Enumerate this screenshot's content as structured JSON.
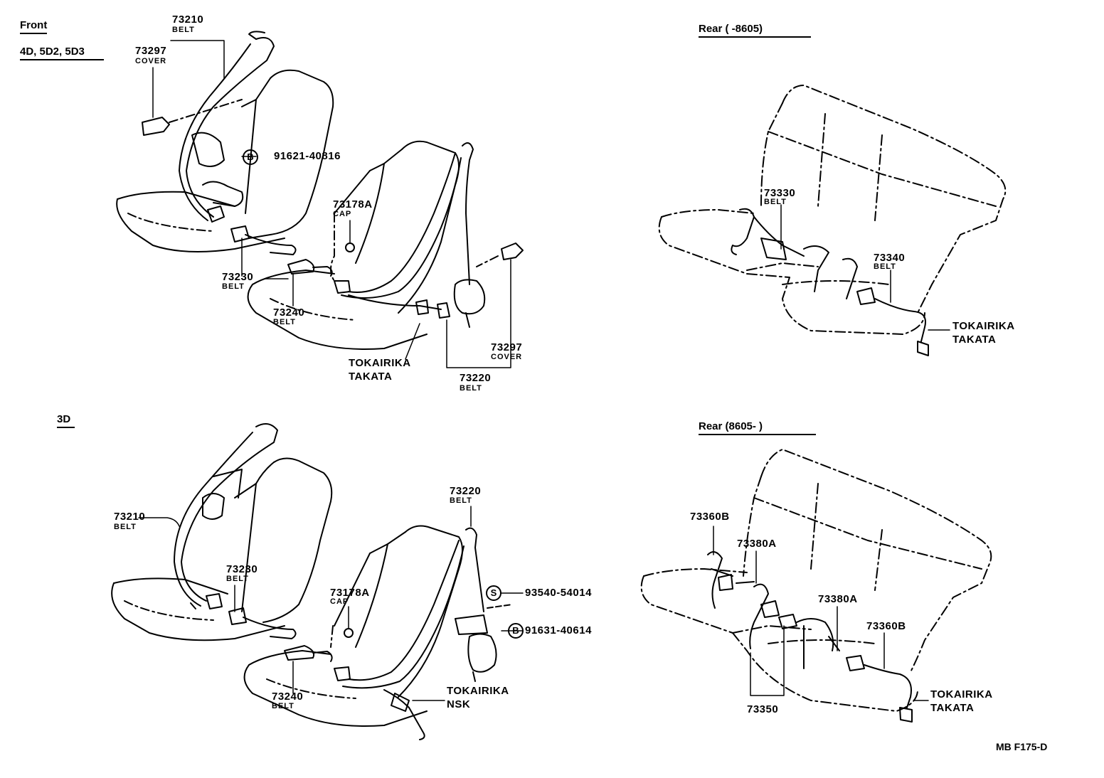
{
  "headers": {
    "front": "Front",
    "front_models": "4D, 5D2, 5D3",
    "rear_before": "Rear (        -8605)",
    "three_door": "3D",
    "rear_after": "Rear (8605-        )"
  },
  "front": {
    "p73210": "73210",
    "p73210_desc": "BELT",
    "p73297a": "73297",
    "p73297a_desc": "COVER",
    "bolt_code": "B",
    "bolt": "91621-40816",
    "p73178a": "73178A",
    "p73178a_desc": "CAP",
    "p73230": "73230",
    "p73230_desc": "BELT",
    "p73240": "73240",
    "p73240_desc": "BELT",
    "maker1": "TOKAIRIKA",
    "maker2": "TAKATA",
    "p73297b": "73297",
    "p73297b_desc": "COVER",
    "p73220": "73220",
    "p73220_desc": "BELT"
  },
  "rear_before": {
    "p73330": "73330",
    "p73330_desc": "BELT",
    "p73340": "73340",
    "p73340_desc": "BELT",
    "maker1": "TOKAIRIKA",
    "maker2": "TAKATA"
  },
  "three_door": {
    "p73210": "73210",
    "p73210_desc": "BELT",
    "p73230": "73230",
    "p73230_desc": "BELT",
    "p73178a": "73178A",
    "p73178a_desc": "CAP",
    "p73220": "73220",
    "p73220_desc": "BELT",
    "screw_code": "S",
    "screw": "93540-54014",
    "bolt_code": "B",
    "bolt": "91631-40614",
    "p73240": "73240",
    "p73240_desc": "BELT",
    "maker1": "TOKAIRIKA",
    "maker2": "NSK"
  },
  "rear_after": {
    "p73360b_left": "73360B",
    "p73380a_left": "73380A",
    "p73380a_right": "73380A",
    "p73360b_right": "73360B",
    "p73350": "73350",
    "maker1": "TOKAIRIKA",
    "maker2": "TAKATA"
  },
  "figure_code": "MB F175-D"
}
